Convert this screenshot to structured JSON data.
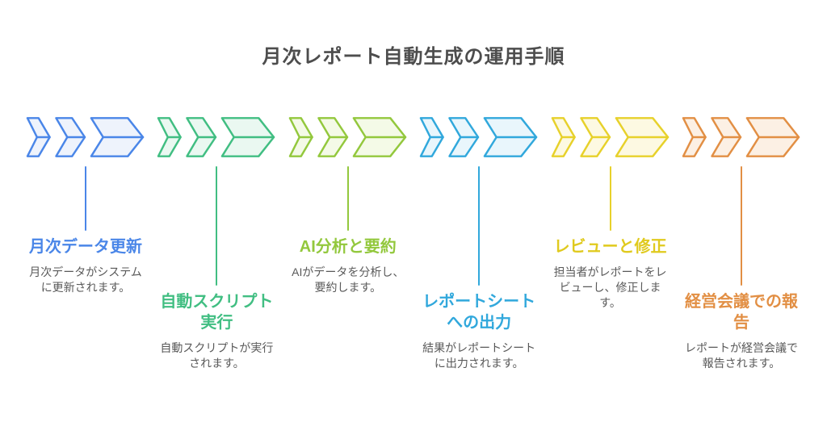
{
  "title": "月次レポート自動生成の運用手順",
  "colors": {
    "background": "#FFFFFF",
    "heading_text": "#4D4D4D",
    "description_text": "#595959"
  },
  "steps": [
    {
      "title": "月次データ更新",
      "description": "月次データがシステムに更新されます。",
      "stroke": "#4A86E8",
      "fill": "#EEF3FC",
      "title_color": "#4A86E8"
    },
    {
      "title": "自動スクリプト実行",
      "description": "自動スクリプトが実行されます。",
      "stroke": "#41BE82",
      "fill": "#EAF8F1",
      "title_color": "#41BE82"
    },
    {
      "title": "AI分析と要約",
      "description": "AIがデータを分析し、要約します。",
      "stroke": "#93C83D",
      "fill": "#F4FAE7",
      "title_color": "#93C83D"
    },
    {
      "title": "レポートシートへの出力",
      "description": "結果がレポートシートに出力されます。",
      "stroke": "#31A8DC",
      "fill": "#E9F6FC",
      "title_color": "#31A8DC"
    },
    {
      "title": "レビューと修正",
      "description": "担当者がレポートをレビューし、修正します。",
      "stroke": "#E7D12B",
      "fill": "#FDF9E2",
      "title_color": "#E0CA1E"
    },
    {
      "title": "経営会議での報告",
      "description": "レポートが経営会議で報告されます。",
      "stroke": "#E28F44",
      "fill": "#FCF0E4",
      "title_color": "#E28F44"
    }
  ]
}
